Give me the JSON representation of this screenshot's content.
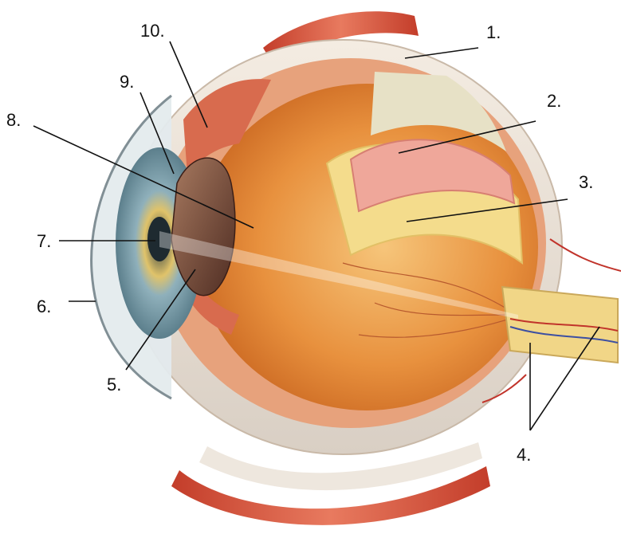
{
  "labels": [
    {
      "id": "1",
      "text": "1."
    },
    {
      "id": "2",
      "text": "2."
    },
    {
      "id": "3",
      "text": "3."
    },
    {
      "id": "4",
      "text": "4."
    },
    {
      "id": "5",
      "text": "5."
    },
    {
      "id": "6",
      "text": "6."
    },
    {
      "id": "7",
      "text": "7."
    },
    {
      "id": "8",
      "text": "8."
    },
    {
      "id": "9",
      "text": "9."
    },
    {
      "id": "10",
      "text": "10."
    }
  ],
  "colors": {
    "muscle": "#d9573f",
    "sclera": "#efe3d3",
    "choroid": "#e9a37a",
    "vitreous": "#e6903c",
    "retina": "#f3d47a",
    "iris": "#7fa0ad",
    "lens": "#8a5a45",
    "nerve": "#f0d27a"
  }
}
